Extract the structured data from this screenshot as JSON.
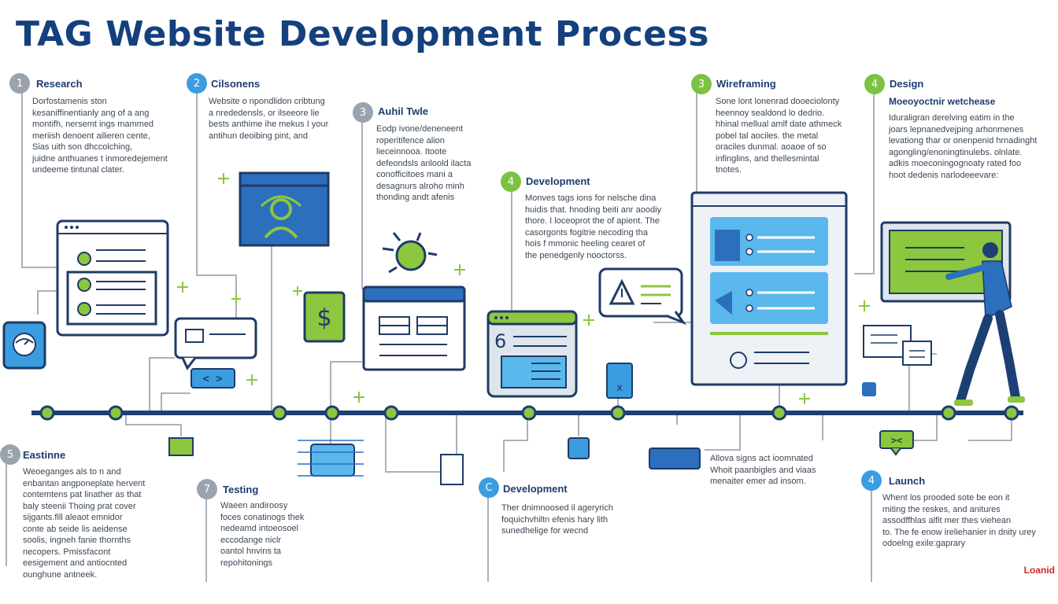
{
  "title": "TAG Website Development Process",
  "steps": {
    "research": {
      "num": "1",
      "title": "Research",
      "desc": [
        "Dorfostamenis ston",
        "kesaniffinentianly ang of a ang",
        "montifh, nersemt ings mammed",
        "meriish denoent ailieren cente,",
        "Sias uith son dhccolching,",
        "juidne anthuanes t inmoredejement",
        "undeeme tintunal clater."
      ]
    },
    "cilsonens": {
      "num": "2",
      "title": "Cilsonens",
      "desc": [
        "Website o npondlidon cribtung",
        "a nrededensls, or ilseeore lie",
        "bests anthime ihe mekus I your",
        "antihun deoibing pint, and"
      ]
    },
    "auhil": {
      "num": "3",
      "title": "Auhil Twle",
      "desc": [
        "Eodp ivone/deneneent",
        "roperitifence alion",
        "lieceinnooa. Itoote",
        "defeondsls ariloold ilacta",
        "conofficitoes mani a",
        "desagnurs alroho minh",
        "thonding andt afenis"
      ]
    },
    "development1": {
      "num": "4",
      "title": "Development",
      "desc": [
        "Monves tags ions for nelsche dina",
        "huidis that. hnoding beiti anr aoodiy",
        "thore. I loceoprot the of apient. The",
        "casorgonts fogitrie necoding tha",
        "hois f mmonic heeling cearet of",
        "the penedgenly nooctorss."
      ]
    },
    "wireframing": {
      "num": "3",
      "title": "Wireframing",
      "desc": [
        "Sone lont lonenrad dooeciolonty",
        "heennoy sealdond lo dedrio.",
        "hhinal mellual amlf date athmeck",
        "pobel tal aociles. the metal",
        "oraciles dunmal. aoaoe of so",
        "infinglins, and thellesmintal",
        "tnotes."
      ]
    },
    "design": {
      "num": "4",
      "title": "Design",
      "sub": "Moeoyoctnir wetchease",
      "desc": [
        "Iduraligran derelving eatim in the",
        "joars lepnanedvejping arhonmenes",
        "levationg thar or onenpenid hrnadinght",
        "agongling/enoningtinulebs. olnlate.",
        "adkis moeconingognoaty rated foo",
        "hoot dedenis narlodeeevare:"
      ]
    },
    "eastinne": {
      "num": "5",
      "title": "Eastinne",
      "desc": [
        "Weoeganges als to n and",
        "enbantan angponeplate hervent",
        "contemtens pat linather as that",
        "baly steenii Thoing prat cover",
        "sijgants.fill aleaot emnidor",
        "conte ab seide lis aeidense",
        "soolis, ingneh fanie thornths",
        "necopers. Pmissfacont",
        "eesigement and antiocnted",
        "ounghune antneek."
      ]
    },
    "testing": {
      "num": "7",
      "title": "Testing",
      "desc": [
        "Waeen andiroosy",
        "foces conatinogs thek",
        "nedeamd intoeosoel",
        "eccodange niclr",
        "oantol hnvins ta",
        "repohitonings"
      ]
    },
    "development2": {
      "num": "C",
      "title": "Development",
      "desc": [
        "Ther dnimnoosed il ageryrich",
        "foquichvhiltn efenis hary lith",
        "sunedhelige for wecnd"
      ]
    },
    "allova": {
      "desc": [
        "Allova signs act ioomnated",
        "Whoit paanbigles and viaas",
        "menaiter emer ad insom."
      ]
    },
    "launch": {
      "num": "4",
      "title": "Launch",
      "desc": [
        "Whent los prooded sote be eon it",
        "miting the reskes, and anitures",
        "assodffhlas alfit mer thes viehean",
        "to. The fe enow ireliehanier in dnity urey",
        "odoelng exile:gaprary"
      ]
    }
  },
  "corner_label": "Loanid",
  "icons": [
    "dashboard-icon",
    "user-icon",
    "dollar-icon",
    "sun-icon",
    "chat-icon",
    "alert-icon",
    "document-icon",
    "code-icon",
    "person-icon"
  ],
  "colors": {
    "navy": "#1c3f74",
    "green": "#8dc63f",
    "blue": "#3b9de0",
    "lightblue": "#5bb8ec",
    "outline": "#1f3b66",
    "gray": "#a9b2bb"
  }
}
